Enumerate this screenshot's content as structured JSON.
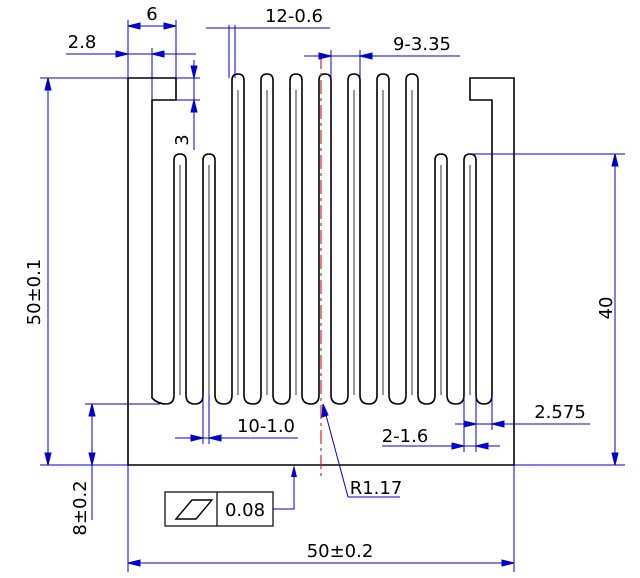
{
  "dimensions": {
    "base_width": "50±0.2",
    "overall_height": "50±0.1",
    "fin_height": "40",
    "base_thickness": "8±0.2",
    "hook_width": "6",
    "hook_thickness": "2.8",
    "hook_gap": "3",
    "tall_fins": "12-0.6",
    "fin_pitch": "9-3.35",
    "fin_root": "10-1.0",
    "end_gap": "2-1.6",
    "end_width": "2.575",
    "root_radius": "R1.17"
  },
  "flatness_callout": {
    "symbol": "flatness-icon",
    "tolerance": "0.08"
  },
  "colors": {
    "outline": "#000000",
    "dimension_lines": "#0000cc",
    "centerline": "#dd2222"
  }
}
